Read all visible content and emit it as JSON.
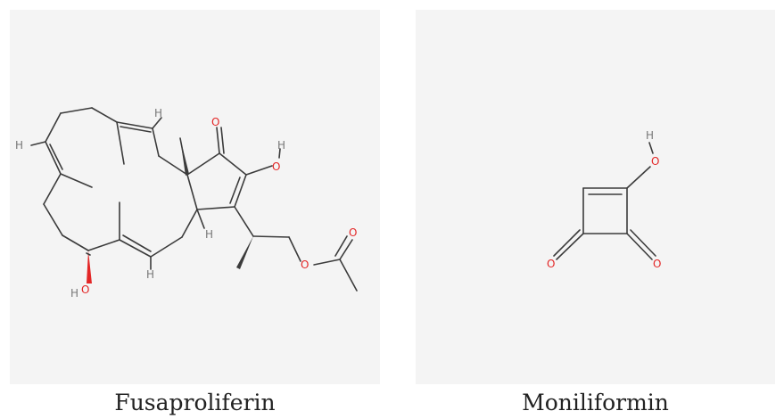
{
  "molecules": [
    {
      "name": "Fusaproliferin",
      "atoms": {
        "o": "O",
        "h": "H"
      }
    },
    {
      "name": "Moniliformin",
      "atoms": {
        "o": "O",
        "h": "H"
      }
    }
  ],
  "colors": {
    "oxygen": "#e32626",
    "hydrogen": "#777777",
    "bond": "#3b3b3b",
    "panel_bg": "#f4f4f4"
  }
}
